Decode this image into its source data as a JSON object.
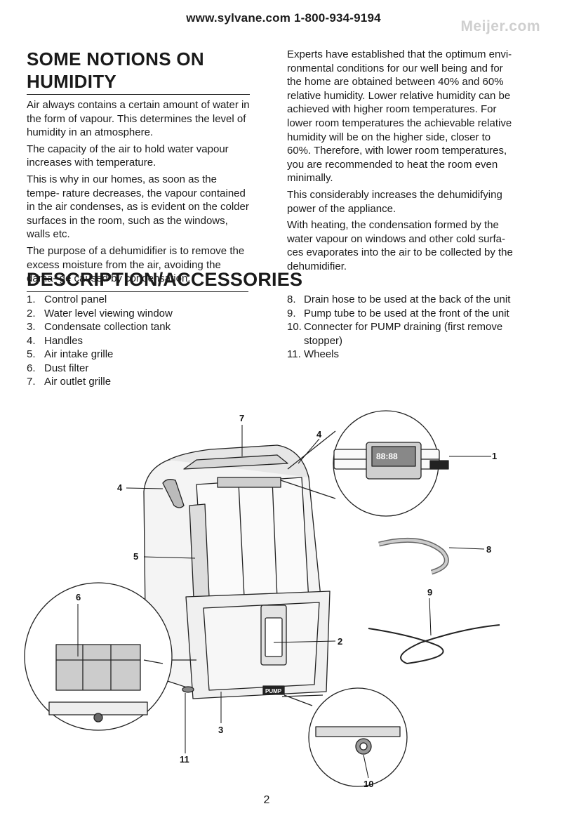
{
  "header": {
    "contact": "www.sylvane.com 1-800-934-9194",
    "watermark": "Meijer.com"
  },
  "section1": {
    "title": "SOME NOTIONS ON HUMIDITY",
    "paragraphs": [
      "Air always contains a certain amount of water in the form of vapour. This determines the level of humidity in an atmosphere.",
      "The capacity of the air to hold water vapour increases with temperature.",
      "This is why in our homes, as soon as the tempe- rature decreases, the vapour contained in the air condenses, as is evident on the colder surfaces in the room, such as the windows, walls etc.",
      "The purpose of a dehumidifier is to remove the excess moisture from the air, avoiding the dama- ge caused by condensation."
    ],
    "right_paragraphs": [
      "Experts have established that the optimum envi- ronmental conditions for our well being and for the home are obtained between 40% and 60% relative humidity. Lower relative humidity can be achieved with higher room temperatures.  For lower room temperatures the achievable relative humidity will be on the higher side, closer to 60%.  Therefore, with lower room temperatures, you are recommended  to heat the room even minimally.",
      "This considerably increases the dehumidifying power of the appliance.",
      "With heating, the condensation formed by the water vapour on windows and other cold surfa- ces evaporates into the air to be collected by the dehumidifier."
    ]
  },
  "section2": {
    "title": "DESCRIPTION/ACCESSORIES",
    "items_left": [
      {
        "num": "1.",
        "label": "Control panel"
      },
      {
        "num": "2.",
        "label": "Water level viewing window"
      },
      {
        "num": "3.",
        "label": "Condensate collection tank"
      },
      {
        "num": "4.",
        "label": "Handles"
      },
      {
        "num": "5.",
        "label": "Air intake grille"
      },
      {
        "num": "6.",
        "label": "Dust filter"
      },
      {
        "num": "7.",
        "label": "Air outlet grille"
      }
    ],
    "items_right": [
      {
        "num": "8.",
        "label": "Drain hose to be used at the back of the unit"
      },
      {
        "num": "9.",
        "label": "Pump tube to be used at the front of the unit"
      },
      {
        "num": "10.",
        "label": "Connecter for PUMP draining (first remove stopper)"
      },
      {
        "num": "11.",
        "label": "Wheels"
      }
    ]
  },
  "figure": {
    "callouts": [
      "1",
      "2",
      "3",
      "4",
      "4",
      "5",
      "6",
      "7",
      "8",
      "9",
      "10",
      "11"
    ],
    "pump_label": "PUMP",
    "display_text": "88:88"
  },
  "page_number": "2"
}
